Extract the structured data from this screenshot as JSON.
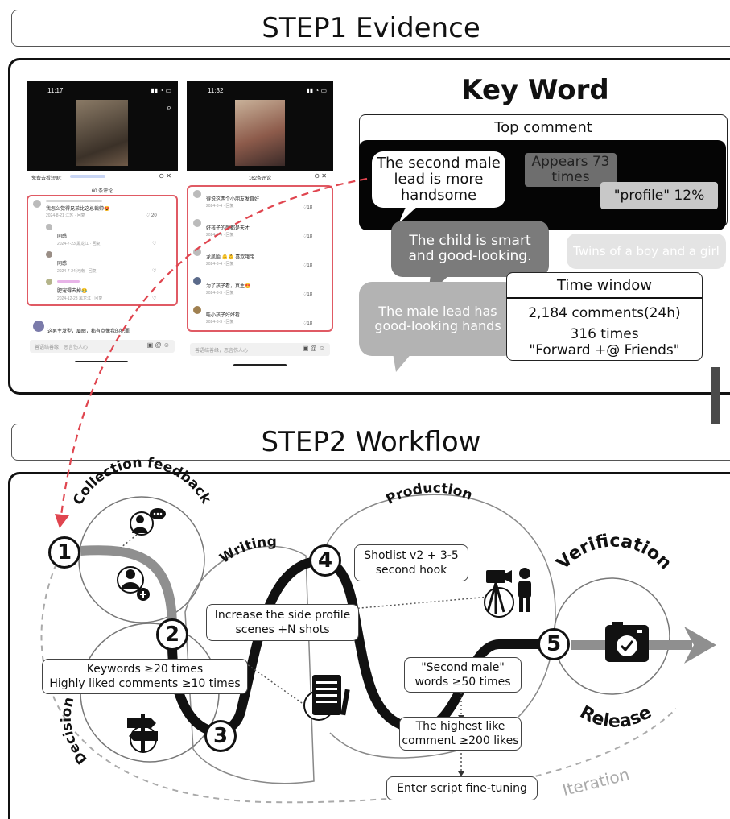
{
  "step1": {
    "title": "STEP1 Evidence"
  },
  "step2": {
    "title": "STEP2 Workflow"
  },
  "phone1": {
    "time": "11:17",
    "comment_count": "60 条评论",
    "comments": [
      {
        "text": "我怎么觉得兄弟比这总裁帅😍",
        "meta": "2024-8-21 江苏 · 回复",
        "likes": "20"
      },
      {
        "text": "同感",
        "meta": "2024-7-23 黑龙江 · 回复",
        "likes": ""
      },
      {
        "text": "同感",
        "meta": "2024-7-24 河南 · 回复",
        "likes": ""
      },
      {
        "text": "肥宠得去掉😂",
        "meta": "2024-12-23 黑龙江 · 回复",
        "likes": ""
      }
    ],
    "extra": "这男主发型，眉眼，都有点像我的犯罪",
    "input_placeholder": "善语结善缘，恶言伤人心"
  },
  "phone2": {
    "time": "11:32",
    "comment_count": "162条评论",
    "comments": [
      {
        "text": "得说这两个小朋友发育好",
        "meta": "2024-3-4 · 回复",
        "likes": "18"
      },
      {
        "text": "好孩子的颜都是天才",
        "meta": "2024-3-4 · 回复",
        "likes": "18"
      },
      {
        "text": "龙凤胎 👶👶 喜欢哦宝",
        "meta": "2024-3-4 · 回复",
        "likes": "18"
      },
      {
        "text": "为了孩子看，真主😍",
        "meta": "2024-3-3 · 回复",
        "likes": "18"
      },
      {
        "text": "哇小孩子好好看",
        "meta": "2024-3-3 · 回复",
        "likes": "18"
      }
    ],
    "input_placeholder": "善语结善缘，恶言伤人心"
  },
  "keyword": {
    "title": "Key Word",
    "top_comment_label": "Top comment",
    "bubble_main": "The second male lead is more handsome",
    "appears": "Appears 73 times",
    "profile": "\"profile\"  12%",
    "child": "The child is smart and good-looking.",
    "twins": "Twins of a boy and a girl",
    "male_lead_hands": "The male lead has good-looking hands",
    "time_window": {
      "title": "Time window",
      "line1": "2,184 comments(24h)",
      "line2": "316 times",
      "line3": "\"Forward +@ Friends\""
    }
  },
  "workflow": {
    "stages": {
      "collection": "Collection feedback",
      "writing": "Writing",
      "production": "Production",
      "verification": "Verification",
      "release": "Release",
      "decision": "Decision",
      "iteration": "Iteration"
    },
    "nodes": [
      "1",
      "2",
      "3",
      "4",
      "5"
    ],
    "labels": {
      "keywords": "Keywords ≥20 times\nHighly liked comments ≥10 times",
      "side_profile": "Increase the side profile\nscenes +N shots",
      "shotlist": "Shotlist v2 + 3-5\nsecond hook",
      "second_male": "\"Second male\"\nwords ≥50 times",
      "highest_like": "The highest like\ncomment ≥200 likes",
      "fine_tuning": "Enter script fine-tuning"
    }
  },
  "colors": {
    "red_dash": "#e0454f",
    "dark": "#111111",
    "grey_track": "#8f8f8f",
    "bubble_grey": "#7b7b7b",
    "bubble_light": "#b3b3b3"
  }
}
